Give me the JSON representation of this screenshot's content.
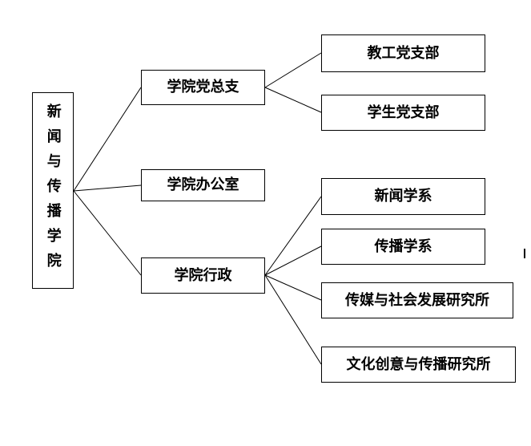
{
  "diagram": {
    "root": {
      "label": "新闻与传播学院"
    },
    "branches": [
      {
        "label": "学院党总支",
        "children": [
          {
            "label": "教工党支部"
          },
          {
            "label": "学生党支部"
          }
        ]
      },
      {
        "label": "学院办公室",
        "children": []
      },
      {
        "label": "学院行政",
        "children": [
          {
            "label": "新闻学系"
          },
          {
            "label": "传播学系"
          },
          {
            "label": "传媒与社会发展研究所"
          },
          {
            "label": "文化创意与传播研究所"
          }
        ]
      }
    ],
    "colors": {
      "background": "#ffffff",
      "box_border": "#000000",
      "line": "#000000",
      "text": "#000000"
    }
  }
}
